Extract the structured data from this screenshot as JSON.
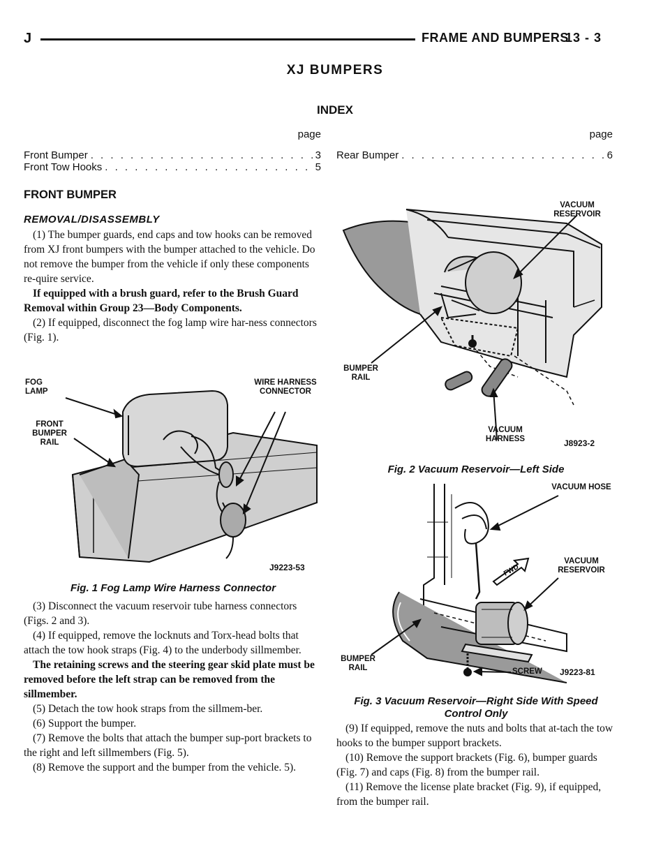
{
  "header": {
    "letter": "J",
    "title": "FRAME AND BUMPERS",
    "page": "13 - 3"
  },
  "section_title": "XJ BUMPERS",
  "index": {
    "title": "INDEX",
    "page_label": "page",
    "left": [
      {
        "label": "Front Bumper",
        "page": "3"
      },
      {
        "label": "Front Tow Hooks",
        "page": "5"
      }
    ],
    "right": [
      {
        "label": "Rear Bumper",
        "page": "6"
      }
    ]
  },
  "front_bumper": {
    "heading": "FRONT BUMPER",
    "subheading": "REMOVAL/DISASSEMBLY",
    "left_col": [
      {
        "id": "p1",
        "text": "(1) The bumper guards, end caps and tow hooks can be removed from XJ front bumpers with the bumper attached to the vehicle. Do not remove the bumper from the vehicle if only these components re-quire service."
      },
      {
        "id": "p2",
        "text": "If equipped with a brush guard, refer to the Brush Guard Removal within Group 23—Body Components."
      },
      {
        "id": "p3",
        "text": "(2) If equipped, disconnect the fog lamp wire har-ness connectors (Fig. 1)."
      },
      {
        "id": "p4",
        "text": "(3) Disconnect the vacuum reservoir tube harness connectors (Figs. 2 and 3)."
      },
      {
        "id": "p5",
        "text": "(4) If equipped, remove the locknuts and Torx-head bolts that attach the tow hook straps (Fig. 4) to the underbody sillmember."
      },
      {
        "id": "p6",
        "text": "The retaining screws and the steering gear skid plate must be removed before the left strap can be removed from the sillmember."
      },
      {
        "id": "p7",
        "text": "(5) Detach the tow hook straps from the sillmem-ber."
      },
      {
        "id": "p8",
        "text": "(6) Support the bumper."
      },
      {
        "id": "p9",
        "text": "(7) Remove the bolts that attach the bumper sup-port brackets to the right and left sillmembers (Fig. 5)."
      },
      {
        "id": "p10",
        "text": "(8) Remove the support and the bumper from the vehicle. 5)."
      }
    ],
    "right_col": [
      {
        "id": "p11",
        "text": "(9) If equipped, remove the nuts and bolts that at-tach the tow hooks to the bumper support brackets."
      },
      {
        "id": "p12",
        "text": "(10) Remove the support brackets (Fig. 6), bumper guards (Fig. 7) and caps (Fig. 8) from the bumper rail."
      },
      {
        "id": "p13",
        "text": "(11) Remove the license plate bracket (Fig. 9), if equipped, from the bumper rail."
      }
    ]
  },
  "figures": {
    "fig1": {
      "caption": "Fig. 1 Fog Lamp Wire Harness Connector",
      "labels": {
        "fog_lamp": "FOG LAMP",
        "wire_harness": "WIRE HARNESS CONNECTOR",
        "front_bumper_rail": "FRONT BUMPER RAIL"
      },
      "code": "J9223-53"
    },
    "fig2": {
      "caption": "Fig. 2 Vacuum Reservoir—Left Side",
      "labels": {
        "vacuum_reservoir": "VACUUM RESERVOIR",
        "bumper_rail": "BUMPER RAIL",
        "vacuum_harness": "VACUUM HARNESS"
      },
      "code": "J8923-2"
    },
    "fig3": {
      "caption": "Fig. 3 Vacuum Reservoir—Right Side With Speed Control Only",
      "labels": {
        "vacuum_hose": "VACUUM HOSE",
        "vacuum_reservoir": "VACUUM RESERVOIR",
        "fwd": "FWD",
        "bumper_rail": "BUMPER RAIL",
        "screw": "SCREW"
      },
      "code": "J9223-81"
    }
  }
}
